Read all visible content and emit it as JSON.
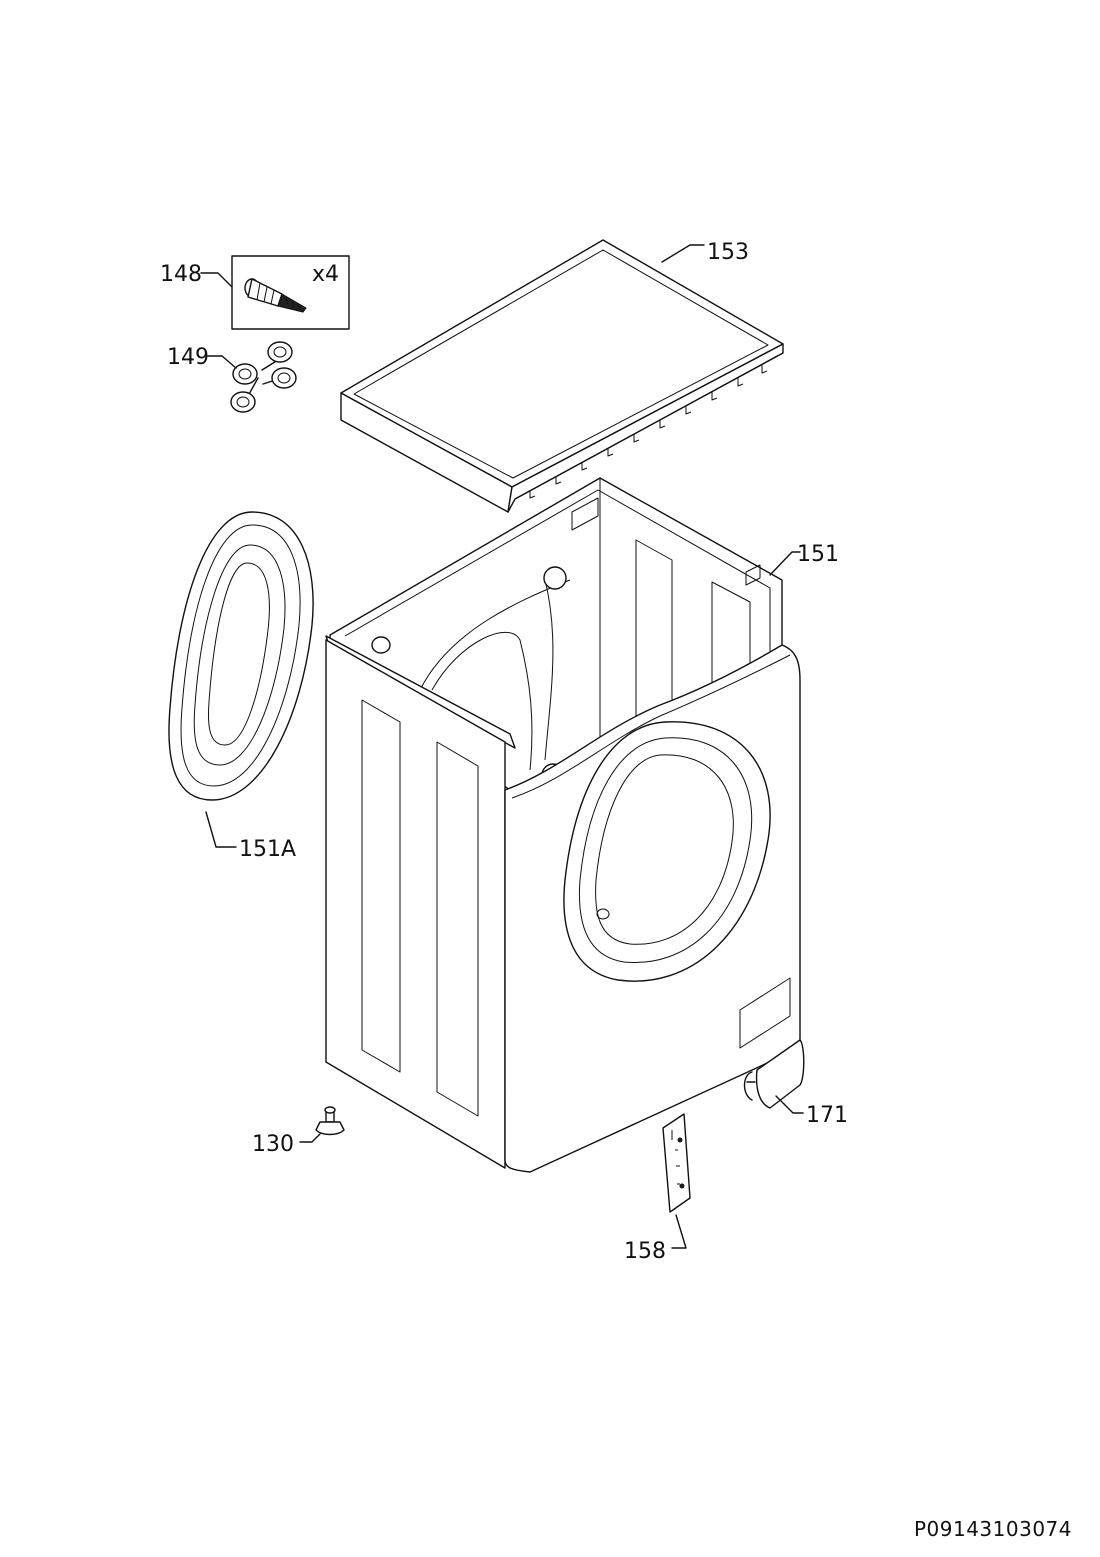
{
  "drawing_code": "P09143103074",
  "parts": [
    {
      "id": "148",
      "name": "screw-kit",
      "qty": "x4"
    },
    {
      "id": "149",
      "name": "spacer-set"
    },
    {
      "id": "153",
      "name": "top-cover"
    },
    {
      "id": "151",
      "name": "cabinet"
    },
    {
      "id": "151A",
      "name": "door-seal"
    },
    {
      "id": "130",
      "name": "foot"
    },
    {
      "id": "171",
      "name": "filter-flap"
    },
    {
      "id": "158",
      "name": "bracket"
    }
  ]
}
